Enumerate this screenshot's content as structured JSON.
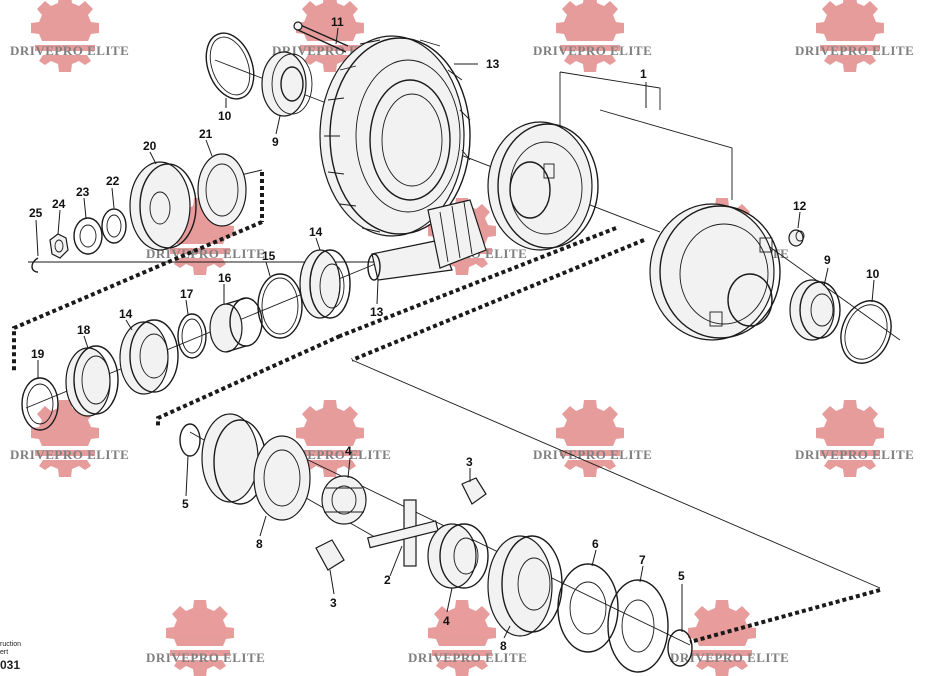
{
  "watermark": {
    "text": "DRIVEPRO ELITE",
    "color": "#e07b7b"
  },
  "callouts": [
    {
      "id": "c1",
      "label": "1"
    },
    {
      "id": "c2",
      "label": "2"
    },
    {
      "id": "c3a",
      "label": "3"
    },
    {
      "id": "c3b",
      "label": "3"
    },
    {
      "id": "c4a",
      "label": "4"
    },
    {
      "id": "c4b",
      "label": "4"
    },
    {
      "id": "c5a",
      "label": "5"
    },
    {
      "id": "c5b",
      "label": "5"
    },
    {
      "id": "c6",
      "label": "6"
    },
    {
      "id": "c7",
      "label": "7"
    },
    {
      "id": "c8a",
      "label": "8"
    },
    {
      "id": "c8b",
      "label": "8"
    },
    {
      "id": "c9a",
      "label": "9"
    },
    {
      "id": "c9b",
      "label": "9"
    },
    {
      "id": "c10a",
      "label": "10"
    },
    {
      "id": "c10b",
      "label": "10"
    },
    {
      "id": "c11",
      "label": "11"
    },
    {
      "id": "c12",
      "label": "12"
    },
    {
      "id": "c13a",
      "label": "13"
    },
    {
      "id": "c13b",
      "label": "13"
    },
    {
      "id": "c14a",
      "label": "14"
    },
    {
      "id": "c14b",
      "label": "14"
    },
    {
      "id": "c15",
      "label": "15"
    },
    {
      "id": "c16",
      "label": "16"
    },
    {
      "id": "c17",
      "label": "17"
    },
    {
      "id": "c18",
      "label": "18"
    },
    {
      "id": "c19",
      "label": "19"
    },
    {
      "id": "c20",
      "label": "20"
    },
    {
      "id": "c21",
      "label": "21"
    },
    {
      "id": "c22",
      "label": "22"
    },
    {
      "id": "c23",
      "label": "23"
    },
    {
      "id": "c24",
      "label": "24"
    },
    {
      "id": "c25",
      "label": "25"
    }
  ],
  "corner": {
    "line1": "ruction",
    "line2": "ert",
    "number": "031"
  }
}
